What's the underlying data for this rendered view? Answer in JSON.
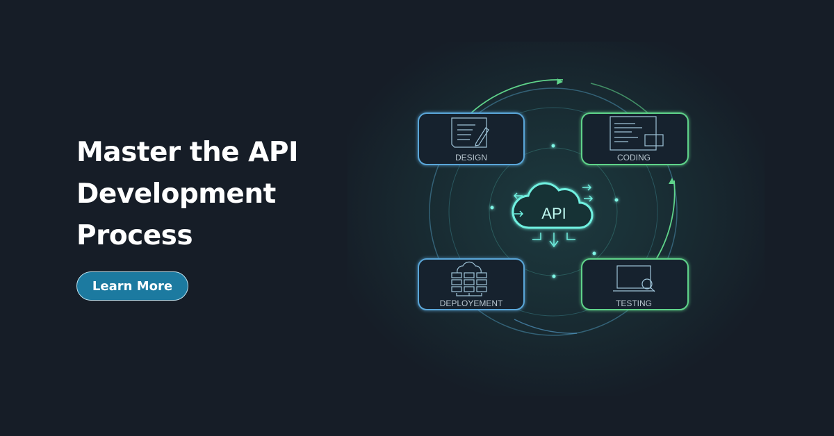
{
  "headline": {
    "line1": "Master the API",
    "line2": "Development",
    "line3": "Process"
  },
  "cta": {
    "label": "Learn More"
  },
  "diagram": {
    "center_label": "API",
    "steps": [
      {
        "label": "DESIGN"
      },
      {
        "label": "CODING"
      },
      {
        "label": "DEPLOYEMENT"
      },
      {
        "label": "TESTING"
      }
    ]
  },
  "colors": {
    "background": "#161d27",
    "button": "#1c7aa0",
    "blue": "#5aa6d8",
    "green": "#5fd38a",
    "cyan": "#6ff0e0"
  }
}
